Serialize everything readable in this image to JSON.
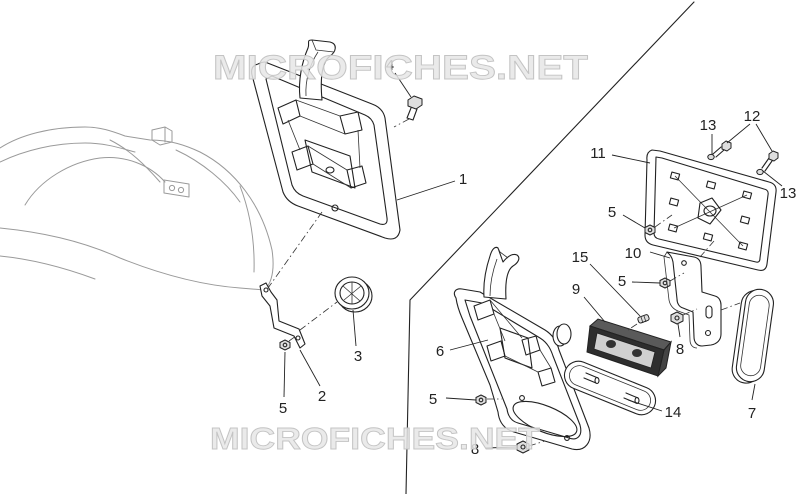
{
  "watermarks": [
    "MICROFICHES.NET",
    "MICROFICHES.NET"
  ],
  "callouts": [
    "1",
    "4",
    "2",
    "3",
    "5",
    "11",
    "13",
    "12",
    "13",
    "5",
    "10",
    "5",
    "15",
    "9",
    "8",
    "6",
    "7",
    "5",
    "14",
    "8"
  ]
}
